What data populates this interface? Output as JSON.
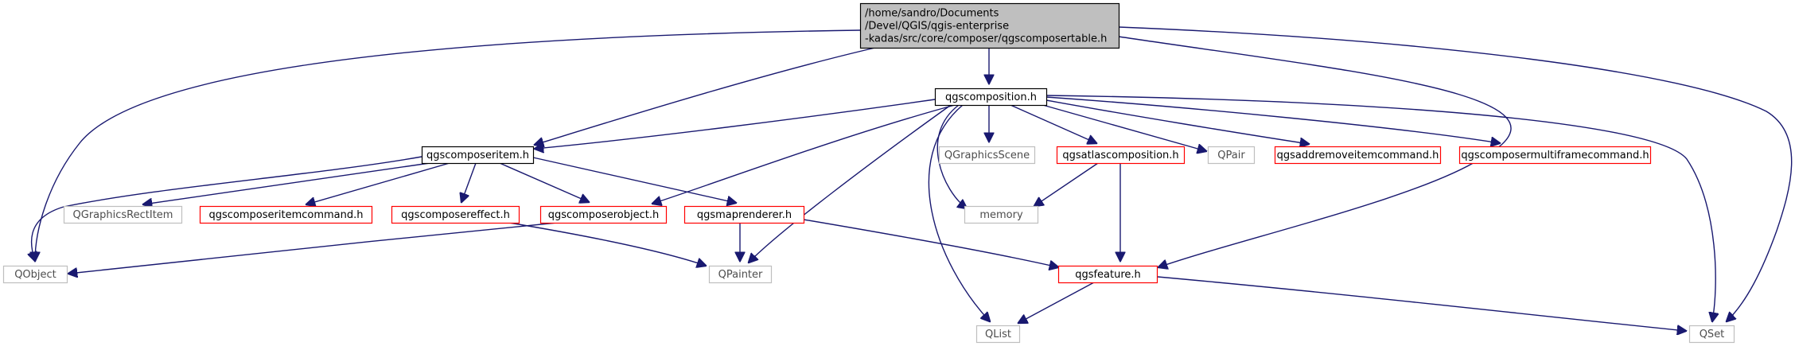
{
  "diagram": {
    "colors": {
      "edge": "#191970",
      "root_fill": "#bfbfbf",
      "root_border": "#000000",
      "documented_border": "#000000",
      "red_border": "#ff0000",
      "gray_border": "#bfbfbf",
      "gray_text": "#4d4d4d",
      "text": "#000000"
    },
    "nodes": [
      {
        "id": "root",
        "style": "root",
        "lines": [
          "/home/sandro/Documents",
          "/Devel/QGIS/qgis-enterprise",
          "-kadas/src/core/composer/qgscomposertable.h"
        ]
      },
      {
        "id": "qgscomposition",
        "style": "documented",
        "lines": [
          "qgscomposition.h"
        ]
      },
      {
        "id": "qgscomposeritem",
        "style": "documented",
        "lines": [
          "qgscomposeritem.h"
        ]
      },
      {
        "id": "QGraphicsScene",
        "style": "gray",
        "lines": [
          "QGraphicsScene"
        ]
      },
      {
        "id": "qgsatlascomposition",
        "style": "red",
        "lines": [
          "qgsatlascomposition.h"
        ]
      },
      {
        "id": "QPair",
        "style": "gray",
        "lines": [
          "QPair"
        ]
      },
      {
        "id": "qgsaddremoveitemcommand",
        "style": "red",
        "lines": [
          "qgsaddremoveitemcommand.h"
        ]
      },
      {
        "id": "qgscomposermultiframecommand",
        "style": "red",
        "lines": [
          "qgscomposermultiframecommand.h"
        ]
      },
      {
        "id": "QGraphicsRectItem",
        "style": "gray",
        "lines": [
          "QGraphicsRectItem"
        ]
      },
      {
        "id": "qgscomposeritemcommand",
        "style": "red",
        "lines": [
          "qgscomposeritemcommand.h"
        ]
      },
      {
        "id": "qgscomposereffect",
        "style": "red",
        "lines": [
          "qgscomposereffect.h"
        ]
      },
      {
        "id": "qgscomposerobject",
        "style": "red",
        "lines": [
          "qgscomposerobject.h"
        ]
      },
      {
        "id": "qgsmaprenderer",
        "style": "red",
        "lines": [
          "qgsmaprenderer.h"
        ]
      },
      {
        "id": "memory",
        "style": "gray",
        "lines": [
          "memory"
        ]
      },
      {
        "id": "QObject",
        "style": "gray",
        "lines": [
          "QObject"
        ]
      },
      {
        "id": "QPainter",
        "style": "gray",
        "lines": [
          "QPainter"
        ]
      },
      {
        "id": "qgsfeature",
        "style": "red",
        "lines": [
          "qgsfeature.h"
        ]
      },
      {
        "id": "QList",
        "style": "gray",
        "lines": [
          "QList"
        ]
      },
      {
        "id": "QSet",
        "style": "gray",
        "lines": [
          "QSet"
        ]
      }
    ],
    "edges": [
      {
        "from": "root",
        "to": "qgscomposition"
      },
      {
        "from": "root",
        "to": "qgscomposeritem"
      },
      {
        "from": "root",
        "to": "QObject"
      },
      {
        "from": "root",
        "to": "qgsfeature"
      },
      {
        "from": "root",
        "to": "QSet"
      },
      {
        "from": "qgscomposition",
        "to": "qgscomposeritem"
      },
      {
        "from": "qgscomposition",
        "to": "QGraphicsScene"
      },
      {
        "from": "qgscomposition",
        "to": "qgsatlascomposition"
      },
      {
        "from": "qgscomposition",
        "to": "QPair"
      },
      {
        "from": "qgscomposition",
        "to": "qgsaddremoveitemcommand"
      },
      {
        "from": "qgscomposition",
        "to": "qgscomposermultiframecommand"
      },
      {
        "from": "qgscomposition",
        "to": "qgscomposerobject"
      },
      {
        "from": "qgscomposition",
        "to": "memory"
      },
      {
        "from": "qgscomposition",
        "to": "QPainter"
      },
      {
        "from": "qgscomposition",
        "to": "QList"
      },
      {
        "from": "qgscomposition",
        "to": "QSet"
      },
      {
        "from": "qgscomposeritem",
        "to": "QGraphicsRectItem"
      },
      {
        "from": "qgscomposeritem",
        "to": "qgscomposeritemcommand"
      },
      {
        "from": "qgscomposeritem",
        "to": "qgscomposereffect"
      },
      {
        "from": "qgscomposeritem",
        "to": "qgscomposerobject"
      },
      {
        "from": "qgscomposeritem",
        "to": "qgsmaprenderer"
      },
      {
        "from": "qgscomposeritem",
        "to": "QObject"
      },
      {
        "from": "qgsatlascomposition",
        "to": "memory"
      },
      {
        "from": "qgsatlascomposition",
        "to": "qgsfeature"
      },
      {
        "from": "qgscomposerobject",
        "to": "QObject"
      },
      {
        "from": "qgscomposereffect",
        "to": "QPainter"
      },
      {
        "from": "qgsmaprenderer",
        "to": "QPainter"
      },
      {
        "from": "qgsmaprenderer",
        "to": "qgsfeature"
      },
      {
        "from": "qgsfeature",
        "to": "QList"
      },
      {
        "from": "qgsfeature",
        "to": "QSet"
      }
    ]
  }
}
